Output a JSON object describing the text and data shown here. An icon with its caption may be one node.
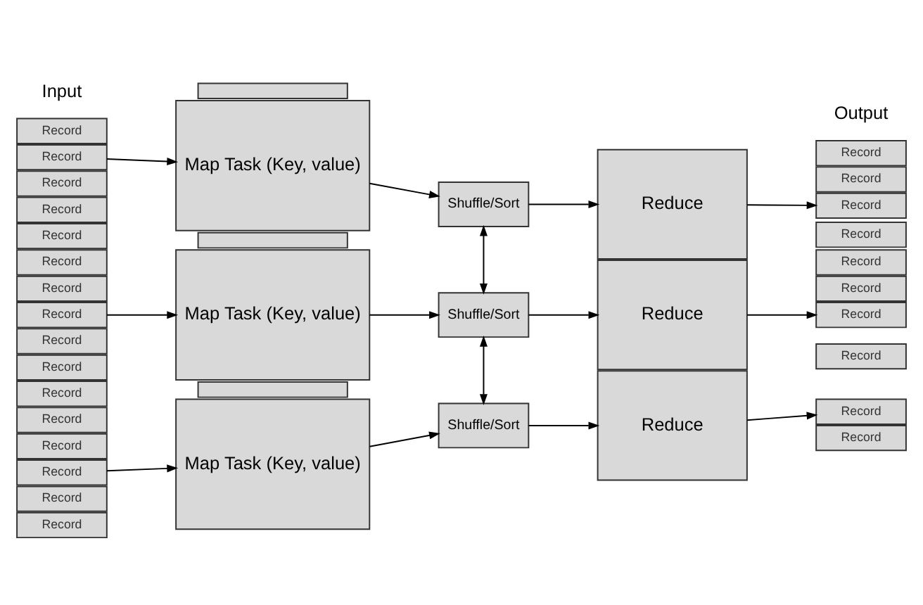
{
  "diagram": {
    "nodes": [
      {
        "text": [
          "Record"
        ]
      },
      {
        "text": [
          "Record"
        ]
      },
      {
        "text": [
          "Record"
        ]
      },
      {
        "text": [
          "Record"
        ]
      },
      {
        "text": [
          "Record"
        ]
      },
      {
        "text": [
          "Record"
        ]
      },
      {
        "text": [
          "Record"
        ]
      },
      {
        "text": [
          "Record"
        ]
      },
      {
        "text": [
          "Record"
        ]
      },
      {
        "text": [
          "Record"
        ]
      },
      {
        "text": [
          "Record"
        ]
      },
      {
        "text": [
          "Record"
        ]
      },
      {
        "text": [
          "Record"
        ]
      },
      {
        "text": [
          "Record"
        ]
      },
      {
        "text": [
          "Record"
        ]
      },
      {
        "text": [
          "Record"
        ]
      },
      {
        "text": [],
        "shape": "box"
      },
      {
        "text": [
          "Map Task (Key, value)"
        ]
      },
      {
        "text": [],
        "shape": "box"
      },
      {
        "text": [
          "Map Task (Key, value)"
        ]
      },
      {
        "text": [],
        "shape": "box"
      },
      {
        "text": [
          "Map Task (Key, value)"
        ]
      },
      {
        "text": [
          "Shuffle/Sort"
        ]
      },
      {
        "text": [
          "Shuffle/Sort"
        ]
      },
      {
        "text": [
          "Shuffle/Sort"
        ]
      },
      {
        "text": [
          "Reduce"
        ]
      },
      {
        "text": [
          "Reduce"
        ]
      },
      {
        "text": [
          "Reduce"
        ]
      },
      {
        "text": [
          "Record"
        ]
      },
      {
        "text": [
          "Record"
        ]
      },
      {
        "text": [
          "Record"
        ]
      },
      {
        "text": [
          "Record"
        ]
      },
      {
        "text": [
          "Record"
        ]
      },
      {
        "text": [
          "Record"
        ]
      },
      {
        "text": [
          "Record"
        ]
      },
      {
        "text": [
          "Record"
        ]
      },
      {
        "text": [
          "Record"
        ]
      },
      {
        "text": [
          "Record"
        ]
      }
    ],
    "edges": [
      {
        "from": 1,
        "to": 17,
        "arrow": "to"
      },
      {
        "from": 7,
        "to": 19,
        "arrow": "to"
      },
      {
        "from": 13,
        "to": 21,
        "arrow": "to"
      },
      {
        "from": 17,
        "to": 22,
        "arrow": "to"
      },
      {
        "from": 19,
        "to": 23,
        "arrow": "to"
      },
      {
        "from": 21,
        "to": 24,
        "arrow": "to"
      },
      {
        "from": 22,
        "to": 25,
        "arrow": "to"
      },
      {
        "from": 23,
        "to": 26,
        "arrow": "to"
      },
      {
        "from": 24,
        "to": 27,
        "arrow": "to"
      },
      {
        "from": 25,
        "to": 30,
        "arrow": "to"
      },
      {
        "from": 26,
        "to": 34,
        "arrow": "to"
      },
      {
        "from": 27,
        "to": 36,
        "arrow": "to"
      },
      {
        "from": 22,
        "to": 23,
        "arrow": "both"
      },
      {
        "from": 23,
        "to": 24,
        "arrow": "both"
      }
    ],
    "labels": [
      "Input",
      "Output"
    ]
  }
}
